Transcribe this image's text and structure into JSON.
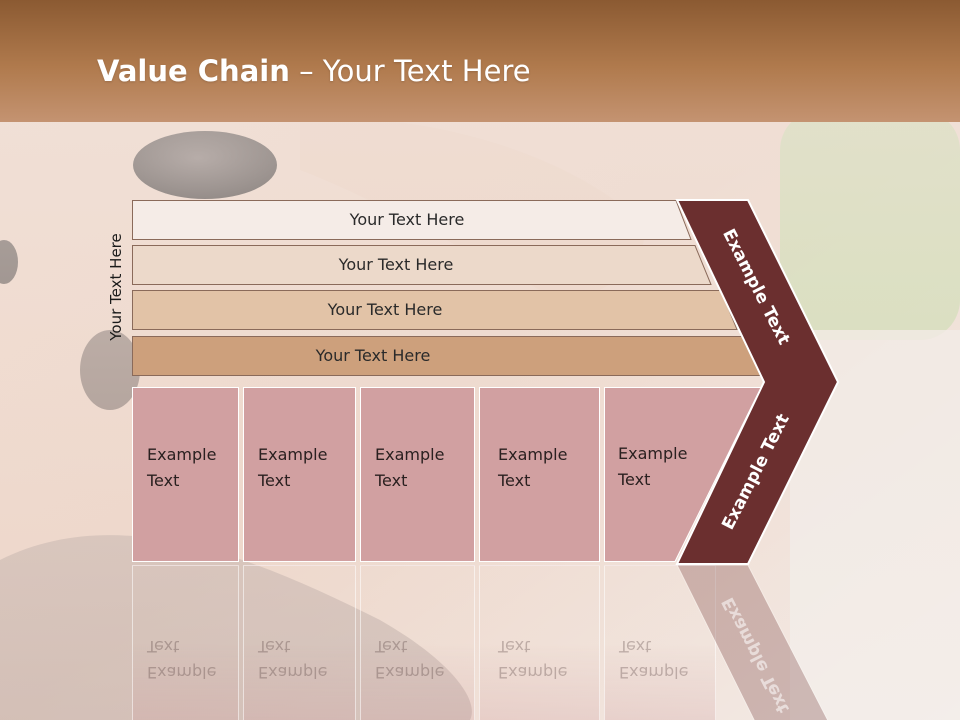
{
  "slide": {
    "title_bold": "Value Chain",
    "title_rest": " – Your Text Here",
    "vertical_label": "Your Text Here"
  },
  "rows": [
    {
      "label": "Your Text Here",
      "color": "#f5ece7"
    },
    {
      "label": "Your Text Here",
      "color": "#ecd9ca"
    },
    {
      "label": "Your Text Here",
      "color": "#e2c3a7"
    },
    {
      "label": "Your Text Here",
      "color": "#cda07c"
    }
  ],
  "boxes": [
    {
      "line1": "Example",
      "line2": "Text"
    },
    {
      "line1": "Example",
      "line2": "Text"
    },
    {
      "line1": "Example",
      "line2": "Text"
    },
    {
      "line1": "Example",
      "line2": "Text"
    },
    {
      "line1": "Example",
      "line2": "Text"
    }
  ],
  "chevron": {
    "upper_label": "Example Text",
    "lower_label": "Example Text",
    "color": "#6b2f2f"
  },
  "colors": {
    "header_band": "#a8703f",
    "box_fill": "#d1a0a1"
  }
}
